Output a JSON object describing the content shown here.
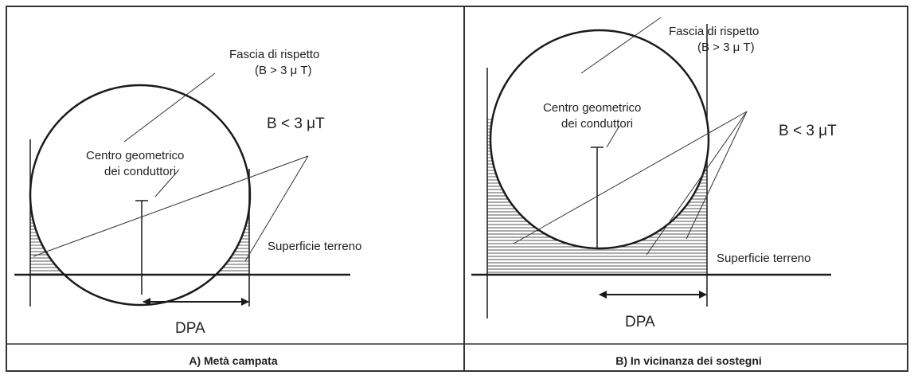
{
  "colors": {
    "ink": "#1a1a1a",
    "hatch": "#555555",
    "frame": "#333333",
    "background": "#ffffff"
  },
  "panel_a": {
    "caption": "A) Metà campata",
    "band_label_1": "Fascia di rispetto",
    "band_label_2": "(B > 3 μ T)",
    "center_label_1": "Centro geometrico",
    "center_label_2": "dei conduttori",
    "field_label": "B < 3 μT",
    "ground_label": "Superficie terreno",
    "dpa_label": "DPA"
  },
  "panel_b": {
    "caption": "B) In vicinanza dei sostegni",
    "band_label_1": "Fascia di rispetto",
    "band_label_2": "(B > 3 μ T)",
    "center_label_1": "Centro geometrico",
    "center_label_2": "dei conduttori",
    "field_label": "B < 3 μT",
    "ground_label": "Superficie terreno",
    "dpa_label": "DPA"
  }
}
